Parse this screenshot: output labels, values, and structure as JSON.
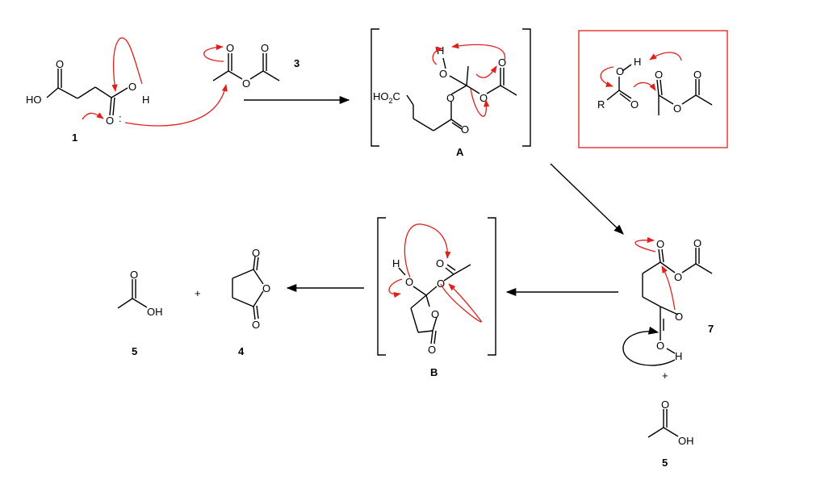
{
  "compounds": {
    "c1": {
      "label": "1"
    },
    "c3": {
      "label": "3"
    },
    "cA": {
      "label": "A"
    },
    "c7": {
      "label": "7"
    },
    "cB": {
      "label": "B"
    },
    "c4": {
      "label": "4"
    },
    "c5a": {
      "label": "5"
    },
    "c5b": {
      "label": "5"
    }
  },
  "atoms": {
    "O": "O",
    "H": "H",
    "HO": "HO",
    "OH": "OH",
    "R": "R",
    "HO2C_main": "HO",
    "HO2C_sub": "2",
    "HO2C_tail": "C",
    "lonepair": ":"
  },
  "operators": {
    "plus": "+"
  },
  "colors": {
    "arrow_red": "#e0201a",
    "ink": "#000000"
  }
}
